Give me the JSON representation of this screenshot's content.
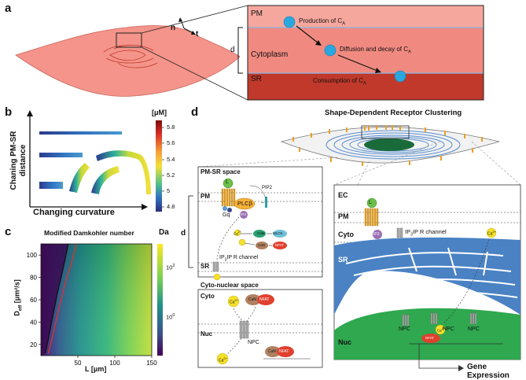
{
  "panels": {
    "a": "a",
    "b": "b",
    "c": "c",
    "d": "d"
  },
  "panel_a": {
    "normal_label": "n",
    "tangent_label": "t",
    "pm": "PM",
    "cytoplasm": "Cytoplasm",
    "sr": "SR",
    "d": "d",
    "production": "Production of C",
    "diffusion": "Diffusion and decay of C",
    "consumption": "Consumption of C",
    "sub": "A",
    "colors": {
      "cell": "#f4948a",
      "box_cyto": "#f08a80",
      "box_sr": "#c0392b",
      "box_pm": "#f6a79d",
      "molecule": "#29a8e0"
    }
  },
  "panel_b": {
    "colorbar_unit": "[μM]",
    "colorbar_ticks": [
      "5.8",
      "5.6",
      "5.4",
      "5.2",
      "5",
      "4.8"
    ],
    "y_axis": "Chaning PM-SR",
    "y_axis2": "distance",
    "x_axis": "Changing curvature"
  },
  "chart_data": {
    "type": "heatmap",
    "title": "Modified Damkohler number",
    "xlabel": "L [μm]",
    "ylabel": "D",
    "ylabel_sub": "eff",
    "ylabel_unit": "[μm²/s]",
    "xticks": [
      "50",
      "100",
      "150"
    ],
    "yticks": [
      "20",
      "40",
      "60",
      "80",
      "100"
    ],
    "xlim": [
      0,
      150
    ],
    "ylim": [
      10,
      110
    ],
    "colorbar_label": "Da",
    "colorbar_ticks": [
      "10",
      "10"
    ],
    "colorbar_exponents": [
      "2",
      "0"
    ],
    "contours": [
      {
        "color": "#111111",
        "x": [
          6,
          10,
          16,
          22,
          28,
          33,
          37
        ],
        "y": [
          12,
          25,
          45,
          65,
          82,
          97,
          110
        ]
      },
      {
        "color": "#e03030",
        "x": [
          10,
          15,
          22,
          29,
          36,
          43,
          48
        ],
        "y": [
          12,
          25,
          45,
          65,
          82,
          97,
          110
        ]
      }
    ]
  },
  "panel_d": {
    "title": "Shape-Dependent Receptor Clustering",
    "pmsr_title": "PM-SR space",
    "cytonuc_title": "Cyto-nuclear space",
    "L": "L",
    "PM": "PM",
    "d": "d",
    "SR": "SR",
    "PLCB": "PLCβ",
    "Gq": "Gq",
    "PIP2": "PIP2",
    "IP3": "IP3",
    "Ca": "Ca",
    "Ca_super": "2+",
    "CaM": "CaM",
    "CaN": "CaN",
    "NFAT": "NFAT",
    "MLCK": "MLCK",
    "CaNbound": "CaN",
    "IP3R": "IP R channel",
    "IP3R_sub": "3",
    "Cyto": "Cyto",
    "Nuc": "Nuc",
    "NPC": "NPC",
    "EC": "EC",
    "gene": "Gene Expression",
    "colors": {
      "sr": "#4a82c4",
      "nucleus": "#2fa84f",
      "receptor": "#e8a020",
      "ligand": "#6cc04a",
      "calcium": "#f5e12a",
      "ip3": "#9b6fb5",
      "nfat": "#e0402e",
      "can": "#b08060"
    }
  }
}
